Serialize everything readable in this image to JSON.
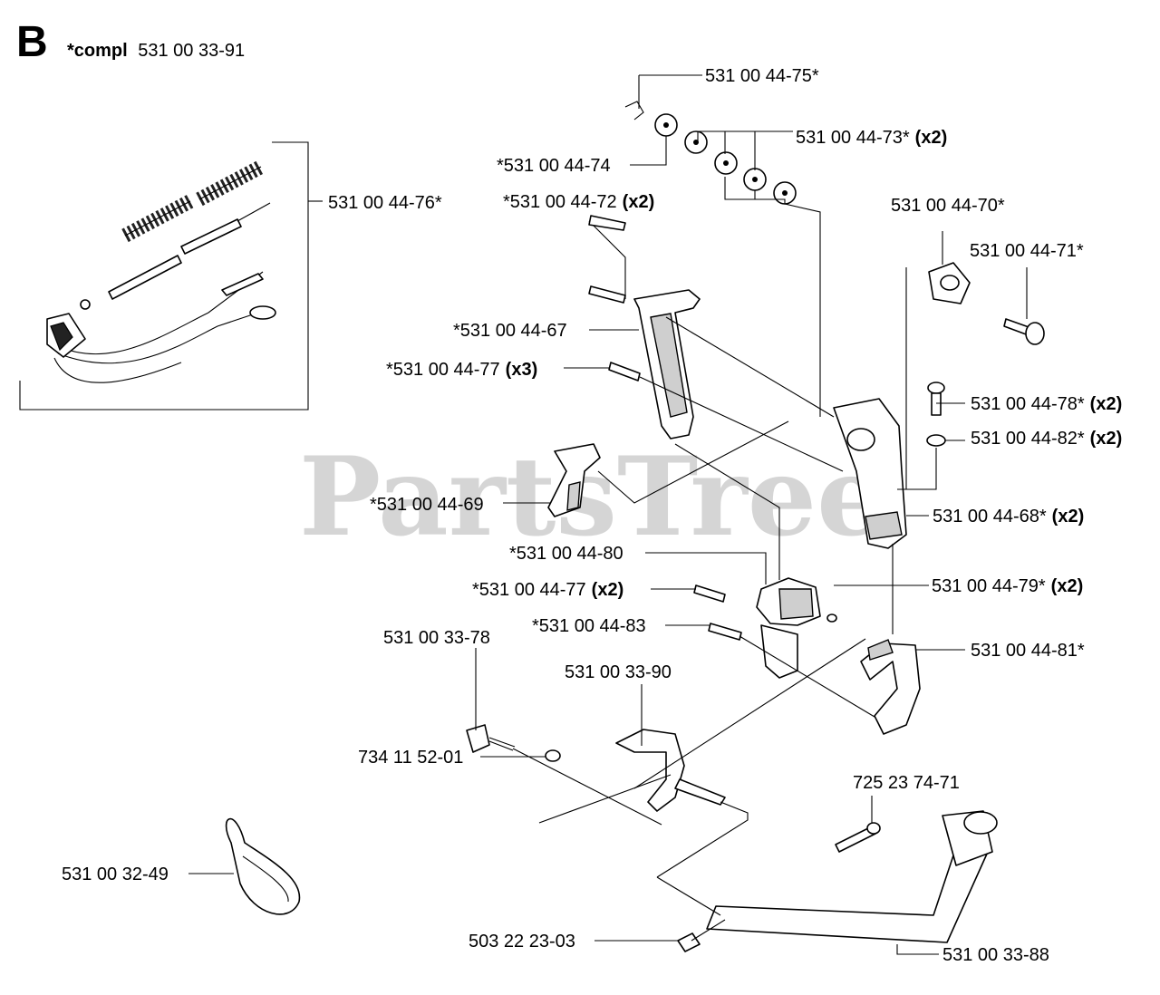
{
  "header": {
    "section_letter": "B",
    "compl_prefix": "*compl",
    "compl_number": "531 00 33-91"
  },
  "watermark": "PartsTree",
  "callouts": [
    {
      "id": "c75",
      "number": "531 00 44-75*",
      "qty": ""
    },
    {
      "id": "c73",
      "number": "531 00 44-73*",
      "qty": "(x2)"
    },
    {
      "id": "c74",
      "number": "*531 00 44-74",
      "qty": ""
    },
    {
      "id": "c72",
      "number": "*531 00 44-72",
      "qty": "(x2)"
    },
    {
      "id": "c76",
      "number": "531 00 44-76*",
      "qty": ""
    },
    {
      "id": "c70",
      "number": "531 00 44-70*",
      "qty": ""
    },
    {
      "id": "c71",
      "number": "531 00 44-71*",
      "qty": ""
    },
    {
      "id": "c67",
      "number": "*531 00 44-67",
      "qty": ""
    },
    {
      "id": "c77a",
      "number": "*531 00 44-77",
      "qty": "(x3)"
    },
    {
      "id": "c78",
      "number": "531 00 44-78*",
      "qty": "(x2)"
    },
    {
      "id": "c82",
      "number": "531 00 44-82*",
      "qty": "(x2)"
    },
    {
      "id": "c69",
      "number": "*531 00 44-69",
      "qty": ""
    },
    {
      "id": "c68",
      "number": "531 00 44-68*",
      "qty": "(x2)"
    },
    {
      "id": "c80",
      "number": "*531 00 44-80",
      "qty": ""
    },
    {
      "id": "c77b",
      "number": "*531 00 44-77",
      "qty": "(x2)"
    },
    {
      "id": "c79",
      "number": "531 00 44-79*",
      "qty": "(x2)"
    },
    {
      "id": "c83",
      "number": "*531 00 44-83",
      "qty": ""
    },
    {
      "id": "c3378",
      "number": "531 00 33-78",
      "qty": ""
    },
    {
      "id": "c81",
      "number": "531 00 44-81*",
      "qty": ""
    },
    {
      "id": "c3390",
      "number": "531 00 33-90",
      "qty": ""
    },
    {
      "id": "c734",
      "number": "734 11 52-01",
      "qty": ""
    },
    {
      "id": "c725",
      "number": "725 23 74-71",
      "qty": ""
    },
    {
      "id": "c3249",
      "number": "531 00 32-49",
      "qty": ""
    },
    {
      "id": "c503",
      "number": "503 22 23-03",
      "qty": ""
    },
    {
      "id": "c3388",
      "number": "531 00 33-88",
      "qty": ""
    }
  ]
}
